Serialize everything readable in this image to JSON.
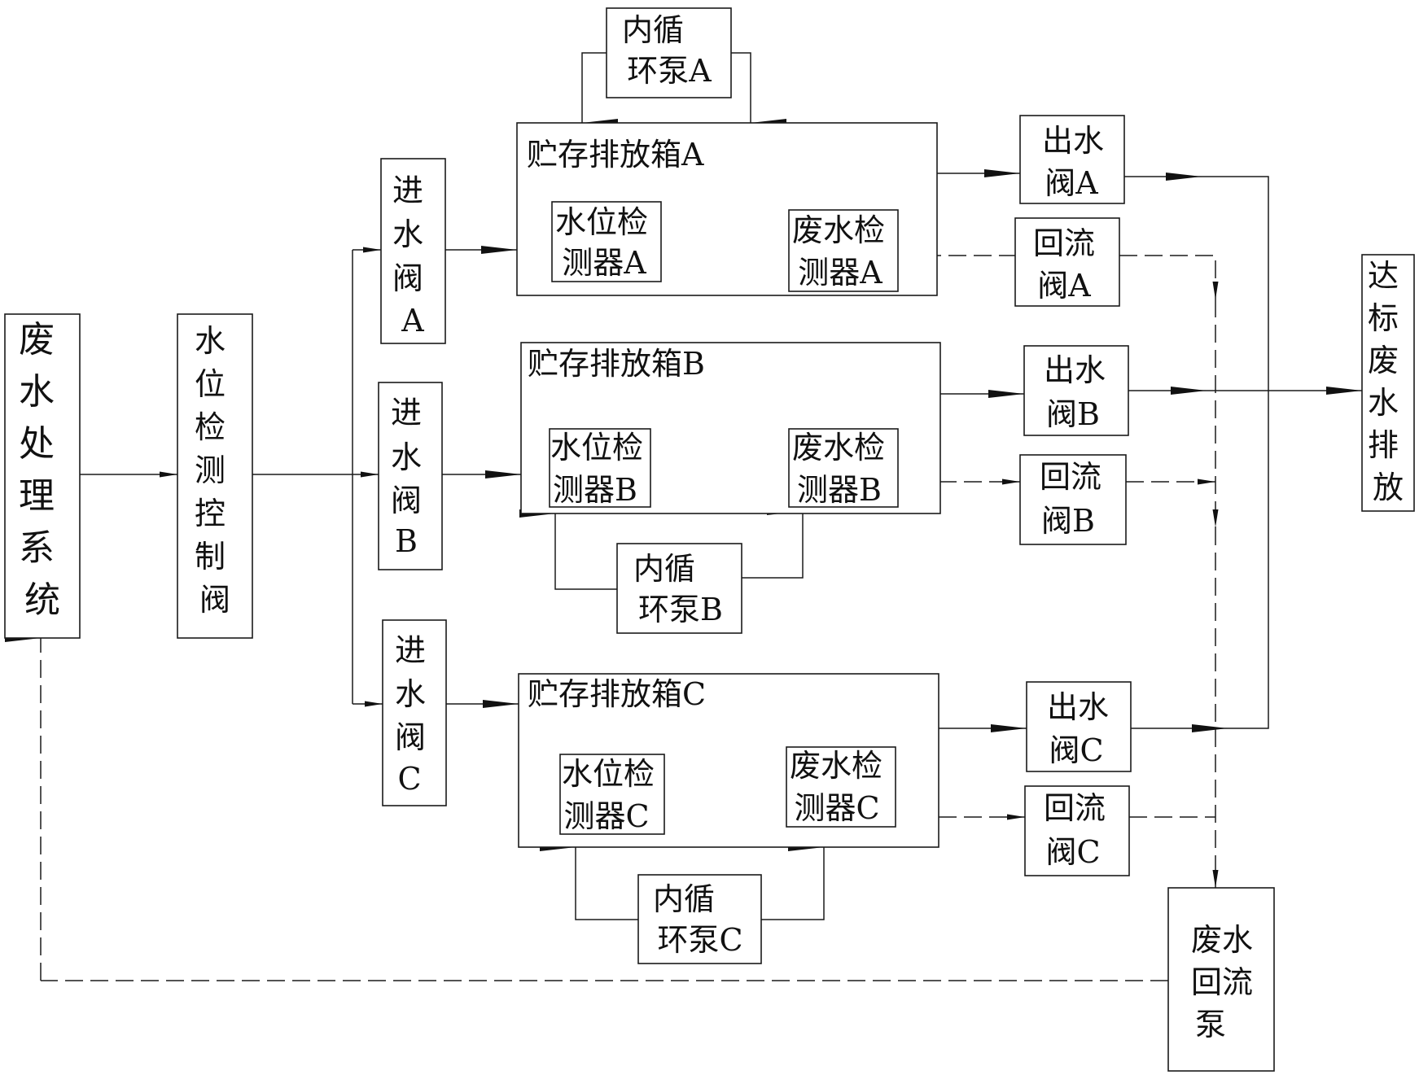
{
  "wastewater_system": {
    "label_chars": [
      "废",
      "水",
      "处",
      "理",
      "系",
      "统"
    ]
  },
  "level_control_valve": {
    "label_chars": [
      "水",
      "位",
      "检",
      "测",
      "控",
      "制",
      "阀"
    ]
  },
  "discharge": {
    "label_chars": [
      "达",
      "标",
      "废",
      "水",
      "排",
      "放"
    ]
  },
  "return_pump": {
    "label_lines": [
      "废水",
      "回流",
      "泵"
    ]
  },
  "units": [
    {
      "id": "a",
      "inlet_valve": {
        "label_chars": [
          "进",
          "水",
          "阀",
          "A"
        ]
      },
      "tank": {
        "title": "贮存排放箱A"
      },
      "level_detector": {
        "label_lines": [
          "水位检",
          "测器A"
        ]
      },
      "wastewater_detector": {
        "label_lines": [
          "废水检",
          "测器A"
        ]
      },
      "circulation_pump": {
        "label_lines": [
          "内循",
          "环泵A"
        ]
      },
      "outlet_valve": {
        "label_lines": [
          "出水",
          "阀A"
        ]
      },
      "reflux_valve": {
        "label_lines": [
          "回流",
          "阀A"
        ]
      }
    },
    {
      "id": "b",
      "inlet_valve": {
        "label_chars": [
          "进",
          "水",
          "阀",
          "B"
        ]
      },
      "tank": {
        "title": "贮存排放箱B"
      },
      "level_detector": {
        "label_lines": [
          "水位检",
          "测器B"
        ]
      },
      "wastewater_detector": {
        "label_lines": [
          "废水检",
          "测器B"
        ]
      },
      "circulation_pump": {
        "label_lines": [
          "内循",
          "环泵B"
        ]
      },
      "outlet_valve": {
        "label_lines": [
          "出水",
          "阀B"
        ]
      },
      "reflux_valve": {
        "label_lines": [
          "回流",
          "阀B"
        ]
      }
    },
    {
      "id": "c",
      "inlet_valve": {
        "label_chars": [
          "进",
          "水",
          "阀",
          "C"
        ]
      },
      "tank": {
        "title": "贮存排放箱C"
      },
      "level_detector": {
        "label_lines": [
          "水位检",
          "测器C"
        ]
      },
      "wastewater_detector": {
        "label_lines": [
          "废水检",
          "测器C"
        ]
      },
      "circulation_pump": {
        "label_lines": [
          "内循",
          "环泵C"
        ]
      },
      "outlet_valve": {
        "label_lines": [
          "出水",
          "阀C"
        ]
      },
      "reflux_valve": {
        "label_lines": [
          "回流",
          "阀C"
        ]
      }
    }
  ]
}
